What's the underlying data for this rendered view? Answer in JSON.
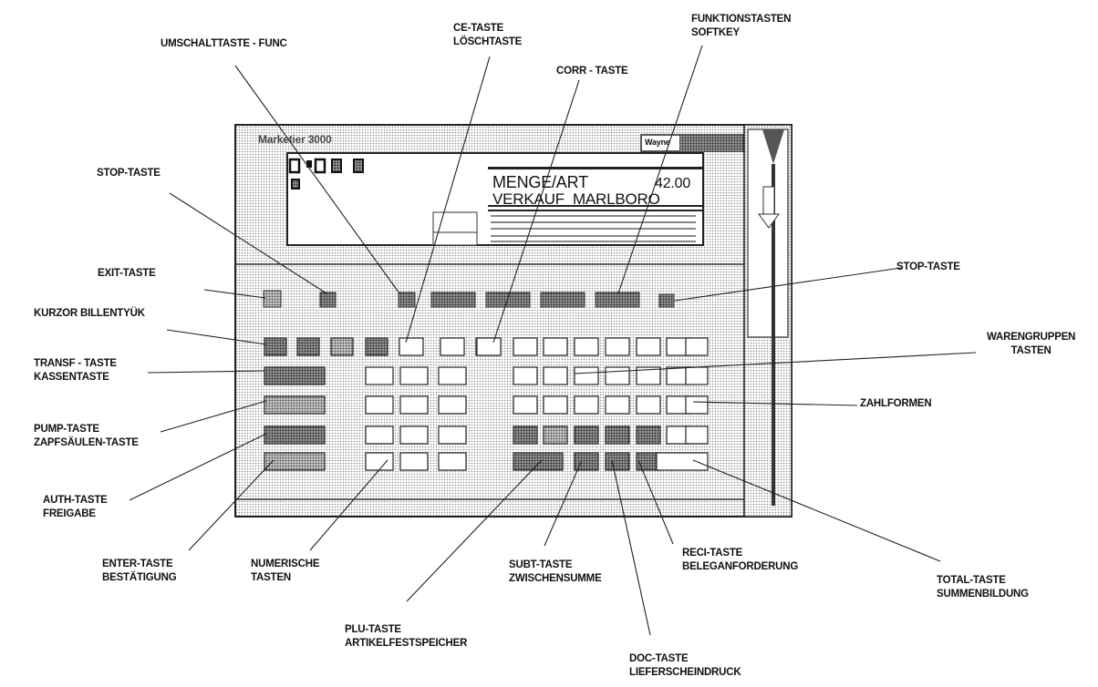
{
  "device": {
    "model": "Marketier 3000",
    "brand": "Wayne",
    "display": {
      "line1_label": "MENGE/ART",
      "line1_value": "42.00",
      "line2": "VERKAUF  MARLBORO"
    }
  },
  "labels": {
    "umschalttaste": "UMSCHALTTASTE - FUNC",
    "ce_taste": [
      "CE-TASTE",
      "LÖSCHTASTE"
    ],
    "funktionstasten": [
      "FUNKTIONSTASTEN",
      "SOFTKEY"
    ],
    "corr_taste": "CORR - TASTE",
    "stop_left": "STOP-TASTE",
    "stop_right": "STOP-TASTE",
    "exit_taste": "EXIT-TASTE",
    "kurzor": "KURZOR BILLENTYÜK",
    "warengruppen": [
      "WARENGRUPPEN",
      "TASTEN"
    ],
    "transf": [
      "TRANSF - TASTE",
      "KASSENTASTE"
    ],
    "zahlformen": "ZAHLFORMEN",
    "pump": [
      "PUMP-TASTE",
      "ZAPFSÄULEN-TASTE"
    ],
    "auth": [
      "AUTH-TASTE",
      "FREIGABE"
    ],
    "enter": [
      "ENTER-TASTE",
      "BESTÄTIGUNG"
    ],
    "numerische": [
      "NUMERISCHE",
      "TASTEN"
    ],
    "subt": [
      "SUBT-TASTE",
      "ZWISCHENSUMME"
    ],
    "reci": [
      "RECI-TASTE",
      "BELEGANFORDERUNG"
    ],
    "total": [
      "TOTAL-TASTE",
      "SUMMENBILDUNG"
    ],
    "plu": [
      "PLU-TASTE",
      "ARTIKELFESTSPEICHER"
    ],
    "doc": [
      "DOC-TASTE",
      "LIEFERSCHEINDRUCK"
    ]
  }
}
